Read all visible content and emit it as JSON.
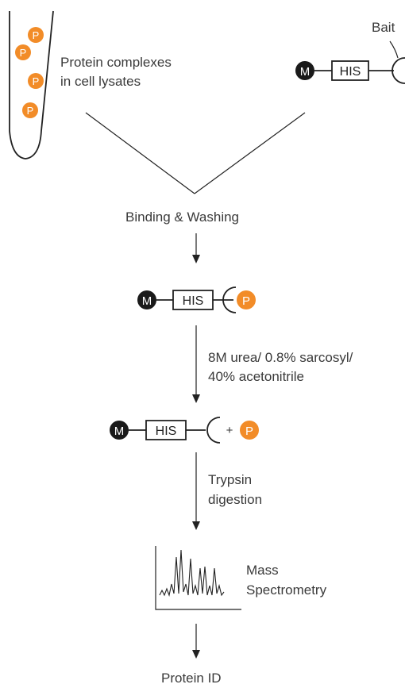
{
  "colors": {
    "orange": "#f28c28",
    "black": "#1a1a1a",
    "line": "#222222",
    "text": "#3a3a3a"
  },
  "icons": {
    "magnetic_bead": "black-circle",
    "prey_protein": "orange-circle",
    "tube": "lysate-tube"
  },
  "labels": {
    "bait": "Bait",
    "lysate_line1": "Protein complexes",
    "lysate_line2": "in cell lysates",
    "binding": "Binding & Washing",
    "elution_line1": "8M urea/ 0.8% sarcosyl/",
    "elution_line2": "40% acetonitrile",
    "plus": "+",
    "digestion_line1": "Trypsin",
    "digestion_line2": "digestion",
    "ms_line1": "Mass",
    "ms_line2": "Spectrometry",
    "result": "Protein ID"
  },
  "symbols": {
    "bead": "M",
    "tag": "HIS",
    "prey": "P"
  }
}
